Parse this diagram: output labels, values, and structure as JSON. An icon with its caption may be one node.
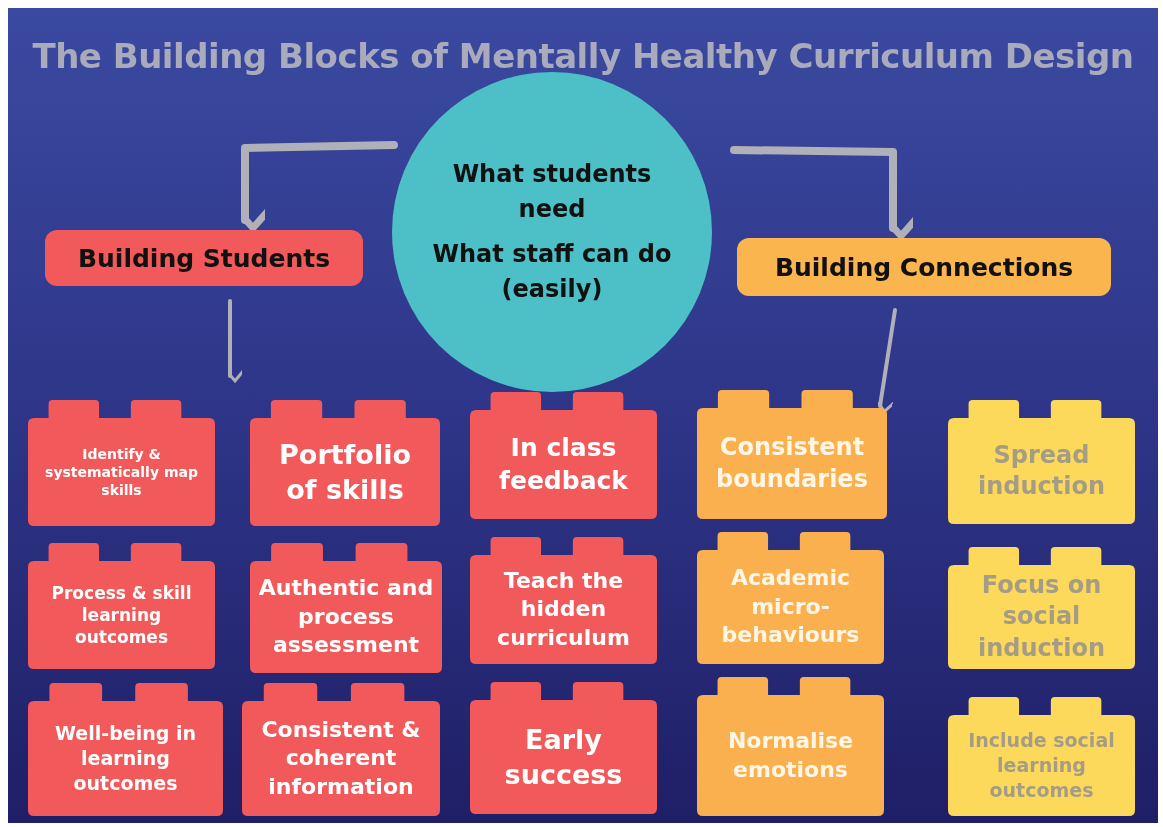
{
  "diagram": {
    "title": "The Building Blocks of Mentally Healthy Curriculum Design",
    "nodes": [
      {
        "text": [
          "What students need",
          "What staff can do (easily)"
        ]
      },
      {
        "text": [
          "Building Students"
        ]
      },
      {
        "text": [
          "Building Connections"
        ]
      },
      {
        "text": [
          "Identify & systematically map skills"
        ]
      },
      {
        "text": [
          "Portfolio of skills"
        ]
      },
      {
        "text": [
          "In class feedback"
        ]
      },
      {
        "text": [
          "Consistent boundaries"
        ]
      },
      {
        "text": [
          "Spread induction"
        ]
      },
      {
        "text": [
          "Process & skill learning outcomes"
        ]
      },
      {
        "text": [
          "Authentic and process assessment"
        ]
      },
      {
        "text": [
          "Teach the hidden curriculum"
        ]
      },
      {
        "text": [
          "Academic micro-behaviours"
        ]
      },
      {
        "text": [
          "Focus on social induction"
        ]
      },
      {
        "text": [
          "Well-being in learning outcomes"
        ]
      },
      {
        "text": [
          "Consistent & coherent information"
        ]
      },
      {
        "text": [
          "Early success"
        ]
      },
      {
        "text": [
          "Normalise emotions"
        ]
      },
      {
        "text": [
          "Include social learning outcomes"
        ]
      }
    ],
    "edges": [
      {
        "from": 0,
        "to": 1,
        "arrow": "to",
        "style": "thick"
      },
      {
        "from": 0,
        "to": 2,
        "arrow": "to",
        "style": "thick"
      },
      {
        "from": 1,
        "to": null,
        "arrow": "to"
      },
      {
        "from": 2,
        "to": 6,
        "arrow": "to"
      }
    ]
  }
}
